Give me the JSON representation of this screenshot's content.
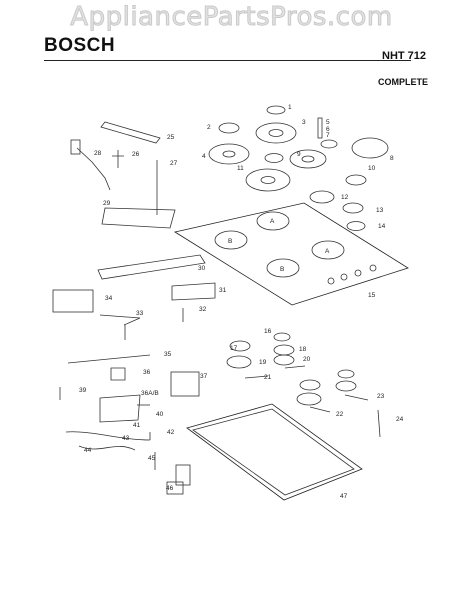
{
  "watermark": "AppliancePartsPros.com",
  "brand": "BOSCH",
  "model": "NHT 712",
  "section": "COMPLETE",
  "callouts": [
    "1",
    "2",
    "3",
    "4",
    "5",
    "6",
    "7",
    "8",
    "9",
    "10",
    "11",
    "12",
    "13",
    "14",
    "15",
    "16",
    "17",
    "18",
    "19",
    "20",
    "21",
    "22",
    "23",
    "24",
    "25",
    "26",
    "27",
    "28",
    "29",
    "30",
    "31",
    "32",
    "33",
    "34",
    "35",
    "36",
    "36A/B",
    "37",
    "39",
    "40",
    "41",
    "42",
    "43",
    "44",
    "45",
    "46",
    "47",
    "A",
    "B"
  ]
}
